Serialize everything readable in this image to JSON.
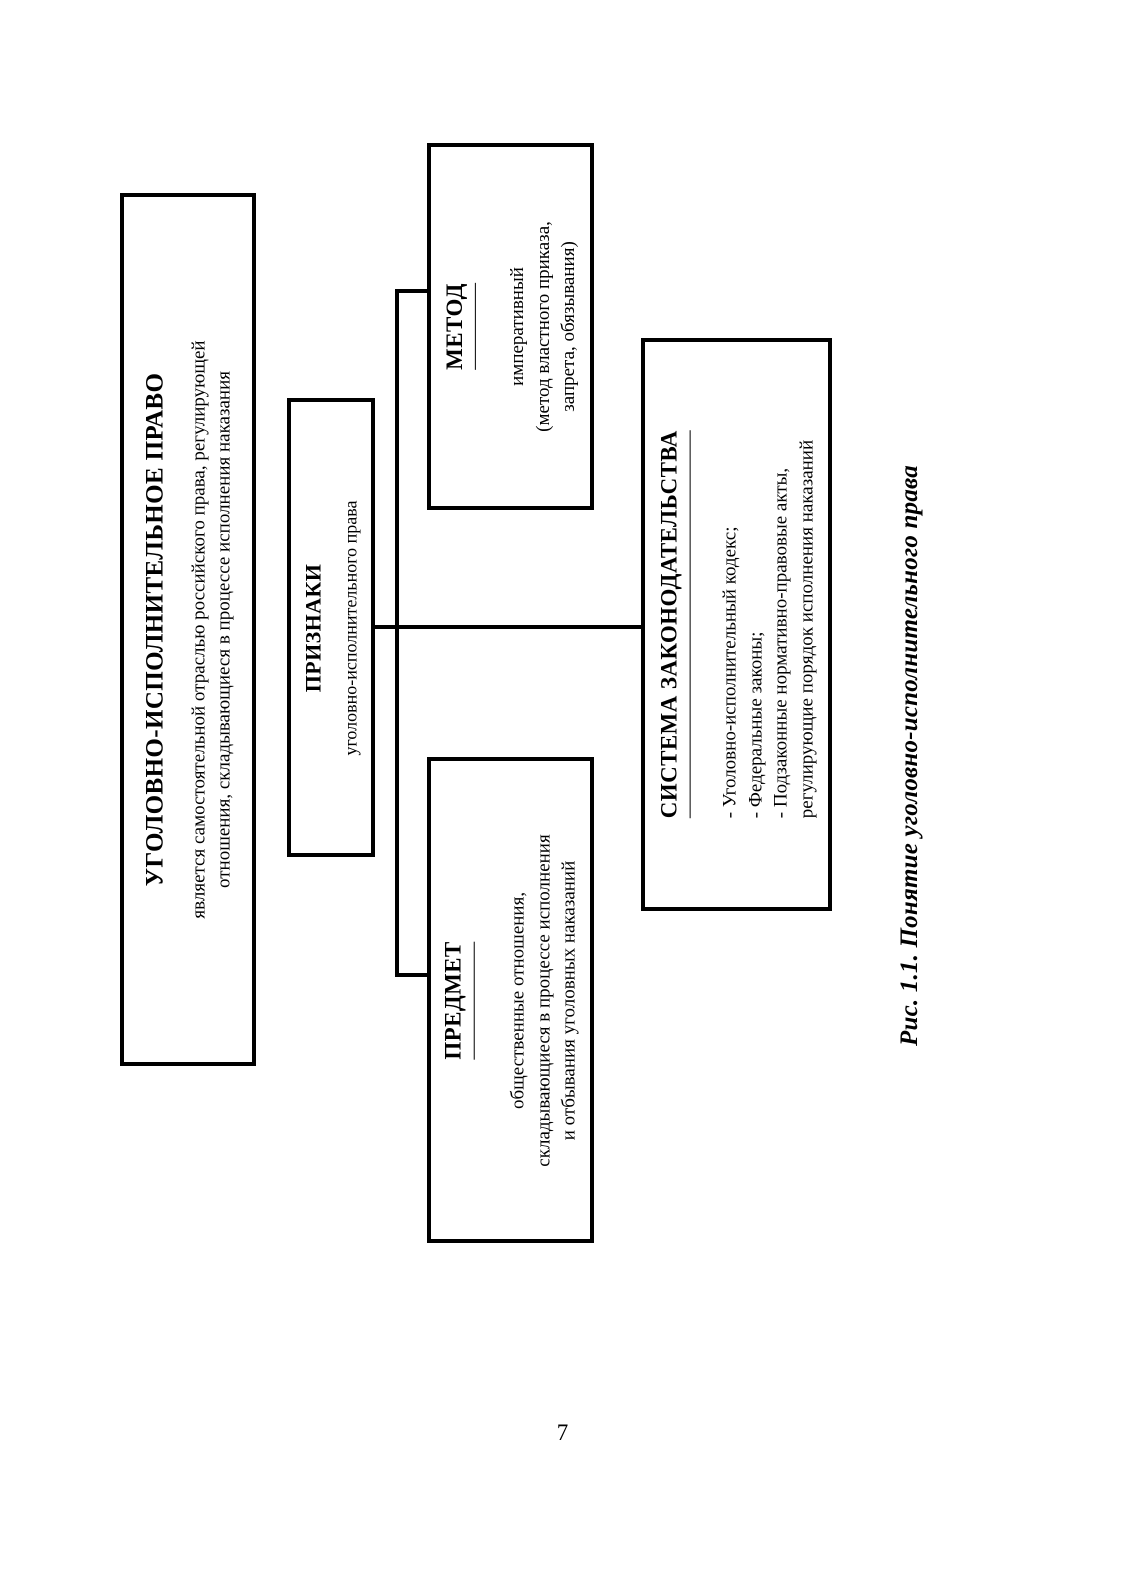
{
  "page": {
    "folio": "7",
    "caption": "Рис. 1.1. Понятие уголовно-исполнительного права",
    "ink_color": "#000000",
    "paper_color": "#ffffff"
  },
  "diagram": {
    "root": {
      "title": "УГОЛОВНО-ИСПОЛНИТЕЛЬНОЕ ПРАВО",
      "body_lines": [
        "является самостоятельной отраслью российского права, регулирующей",
        "отношения, складывающиеся в процессе исполнения наказания"
      ]
    },
    "hub": {
      "title": "ПРИЗНАКИ",
      "body_lines": [
        "уголовно-исполнительного права"
      ]
    },
    "branches": [
      {
        "title": "МЕТОД",
        "body_lines": [
          "императивный",
          "(метод властного приказа,",
          "запрета, обязывания)"
        ]
      },
      {
        "title": "ПРЕДМЕТ",
        "body_lines": [
          "общественные отношения,",
          "складывающиеся в процессе исполнения",
          "и отбывания уголовных наказаний"
        ]
      },
      {
        "title": "СИСТЕМА ЗАКОНОДАТЕЛЬСТВА",
        "body_lines": [
          "- Уголовно-исполнительный кодекс;",
          "- Федеральные законы;",
          "- Подзаконные нормативно-правовые акты,",
          "регулирующие порядок исполнения наказаний"
        ]
      }
    ]
  }
}
